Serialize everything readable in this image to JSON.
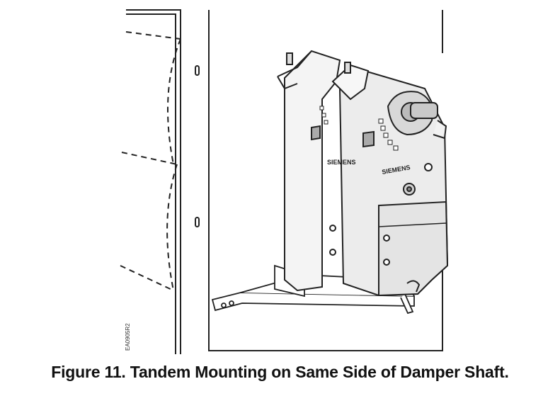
{
  "figure": {
    "caption": "Figure 11.  Tandem Mounting on Same Side of Damper Shaft.",
    "drawing_code": "EA0905R2",
    "actuator_brand": "SIEMENS"
  }
}
